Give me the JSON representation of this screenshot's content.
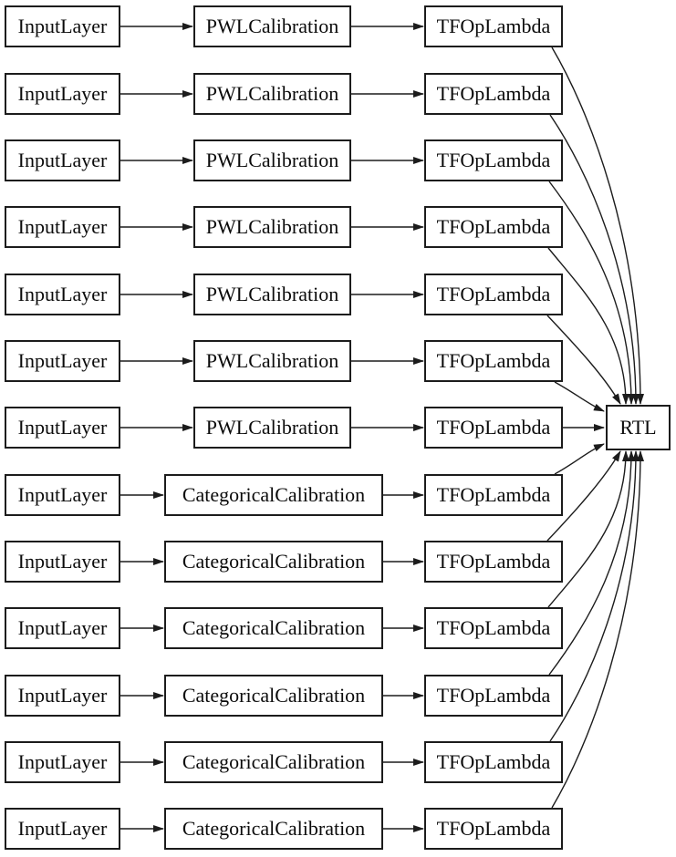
{
  "graph": {
    "rtl_label": "RTL",
    "rows": [
      {
        "input": "InputLayer",
        "calibration": "PWLCalibration",
        "op": "TFOpLambda"
      },
      {
        "input": "InputLayer",
        "calibration": "PWLCalibration",
        "op": "TFOpLambda"
      },
      {
        "input": "InputLayer",
        "calibration": "PWLCalibration",
        "op": "TFOpLambda"
      },
      {
        "input": "InputLayer",
        "calibration": "PWLCalibration",
        "op": "TFOpLambda"
      },
      {
        "input": "InputLayer",
        "calibration": "PWLCalibration",
        "op": "TFOpLambda"
      },
      {
        "input": "InputLayer",
        "calibration": "PWLCalibration",
        "op": "TFOpLambda"
      },
      {
        "input": "InputLayer",
        "calibration": "PWLCalibration",
        "op": "TFOpLambda"
      },
      {
        "input": "InputLayer",
        "calibration": "CategoricalCalibration",
        "op": "TFOpLambda"
      },
      {
        "input": "InputLayer",
        "calibration": "CategoricalCalibration",
        "op": "TFOpLambda"
      },
      {
        "input": "InputLayer",
        "calibration": "CategoricalCalibration",
        "op": "TFOpLambda"
      },
      {
        "input": "InputLayer",
        "calibration": "CategoricalCalibration",
        "op": "TFOpLambda"
      },
      {
        "input": "InputLayer",
        "calibration": "CategoricalCalibration",
        "op": "TFOpLambda"
      },
      {
        "input": "InputLayer",
        "calibration": "CategoricalCalibration",
        "op": "TFOpLambda"
      }
    ],
    "colors": {
      "stroke": "#1c1c1c",
      "node_fill": "#ffffff",
      "text": "#0b0b0b"
    }
  }
}
